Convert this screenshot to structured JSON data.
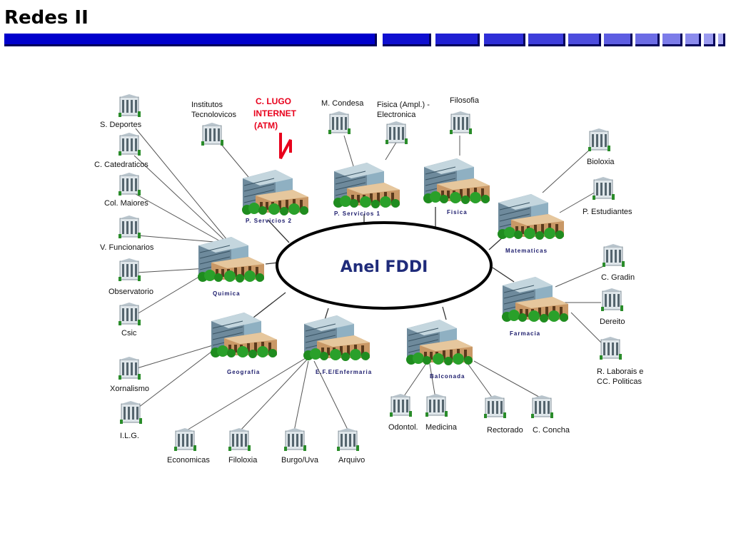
{
  "header": {
    "title": "Redes II",
    "bar_color": "#0000cc"
  },
  "ring": {
    "label": "Anel FDDI"
  },
  "internet": {
    "lines": [
      "C. LUGO",
      "INTERNET",
      "(ATM)"
    ],
    "color": "#e8001c"
  },
  "hubs": {
    "p_servicios_2": "P. Servicios 2",
    "p_servicios_1": "P. Servicios 1",
    "fisica": "Fisica",
    "matematicas": "Matematicas",
    "farmacia": "Farmacia",
    "balconada": "Balconada",
    "efe_enfermaria": "E.F.E/Enfermaria",
    "geografia": "Geografia",
    "quimica": "Quimica"
  },
  "nodes": {
    "s_deportes": "S. Deportes",
    "c_catedraticos": "C. Catedraticos",
    "col_maiores": "Col. Maiores",
    "v_funcionarios": "V. Funcionarios",
    "observatorio": "Observatorio",
    "csic": "Csic",
    "institutos_1": "Institutos",
    "institutos_2": "Tecnolovicos",
    "m_condesa": "M. Condesa",
    "fisica_ampl_1": "Fisica (Ampl.) -",
    "fisica_ampl_2": "Electronica",
    "filosofia": "Filosofia",
    "bioloxia": "Bioloxia",
    "p_estudiantes": "P. Estudiantes",
    "c_gradin": "C. Gradin",
    "dereito": "Dereito",
    "r_laborais_1": "R. Laborais e",
    "r_laborais_2": "CC. Politicas",
    "odontol": "Odontol.",
    "medicina": "Medicina",
    "rectorado": "Rectorado",
    "c_concha": "C. Concha",
    "xornalismo": "Xornalismo",
    "ilg": "I.L.G.",
    "economicas": "Economicas",
    "filoloxia": "Filoloxia",
    "burgo_uva": "Burgo/Uva",
    "arquivo": "Arquivo"
  }
}
